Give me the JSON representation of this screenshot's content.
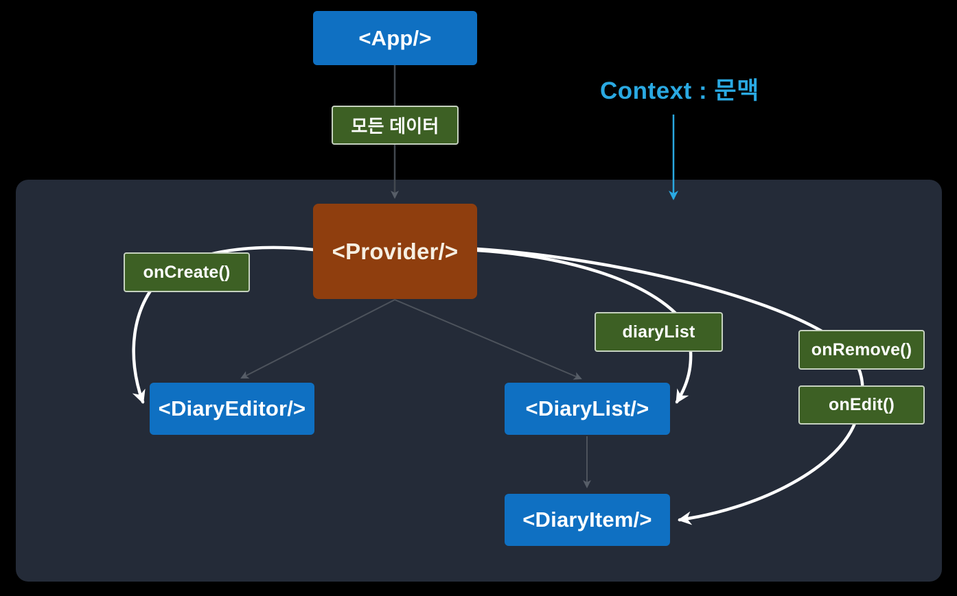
{
  "diagram": {
    "annotation": {
      "context_label": "Context : 문맥"
    },
    "nodes": {
      "app": "<App/>",
      "all_data": "모든 데이터",
      "provider": "<Provider/>",
      "on_create": "onCreate()",
      "diary_list_prop": "diaryList",
      "on_remove": "onRemove()",
      "on_edit": "onEdit()",
      "diary_editor": "<DiaryEditor/>",
      "diary_list": "<DiaryList/>",
      "diary_item": "<DiaryItem/>"
    },
    "colors": {
      "background": "#000000",
      "panel_background": "#242b38",
      "component_blue": "#0f70c2",
      "prop_green": "#3d6024",
      "prop_border": "#c6d2c0",
      "provider_orange": "#8f3e0e",
      "context_cyan": "#2aa9e2",
      "flow_arrow_white": "#ffffff",
      "tree_arrow_gray": "#4d535c"
    },
    "edges": [
      "App -> 모든 데이터 -> Provider",
      "Context : 문맥 -> panel",
      "Provider -> DiaryEditor",
      "Provider -> DiaryList",
      "DiaryList -> DiaryItem",
      "Provider -(onCreate())-> DiaryEditor",
      "Provider -(diaryList)-> DiaryList",
      "Provider -(onRemove(), onEdit())-> DiaryItem"
    ]
  }
}
